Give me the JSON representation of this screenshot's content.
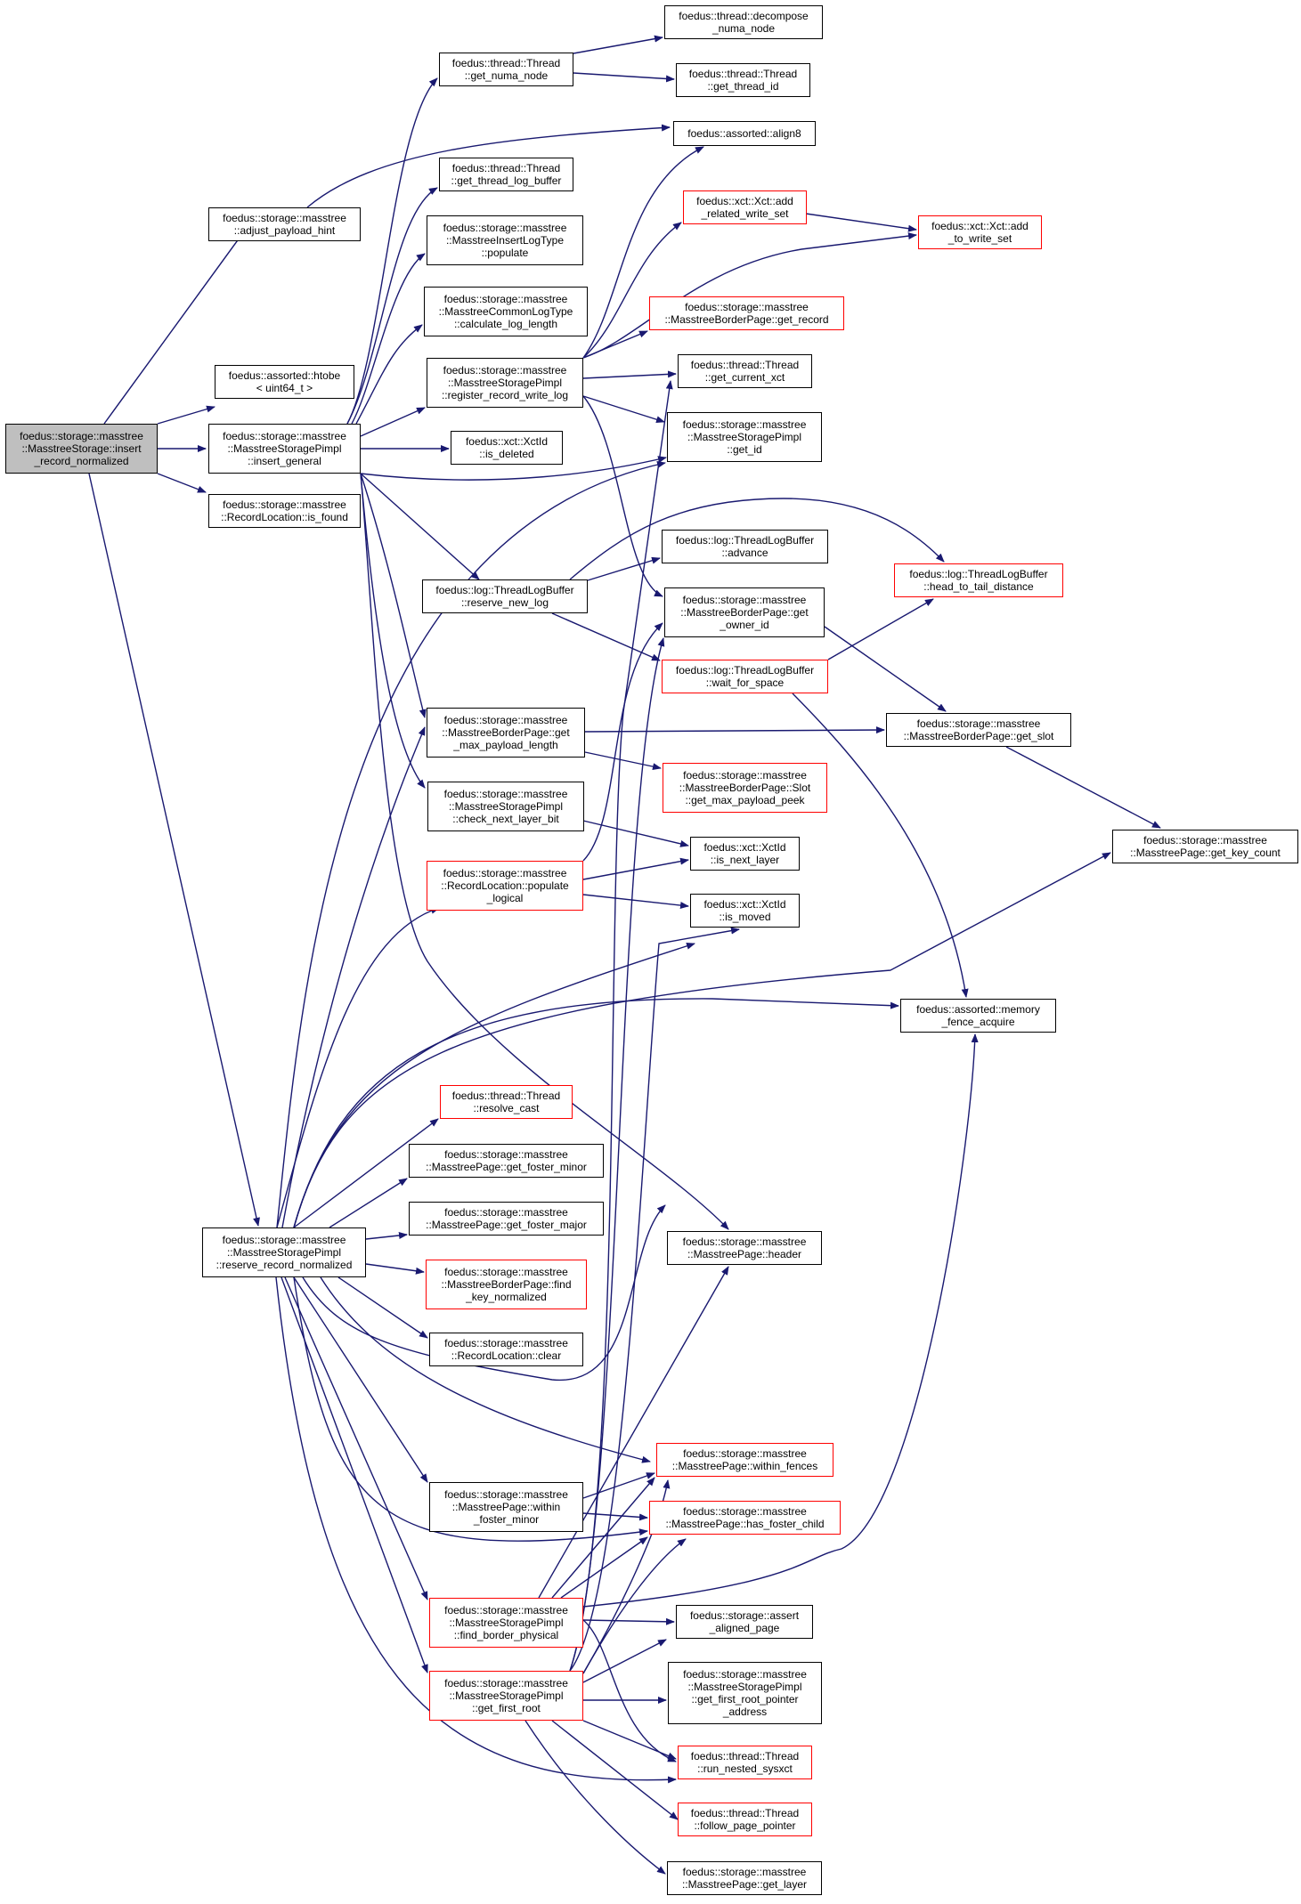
{
  "colors": {
    "edge": "#191970",
    "border": "#000000",
    "border_incomplete": "#ff0000",
    "root_fill": "#bfbfbf"
  },
  "nodes": {
    "n1": "foedus::storage::masstree\n::MasstreeStorage::insert\n_record_normalized",
    "n2": "foedus::storage::masstree\n::adjust_payload_hint",
    "n3": "foedus::assorted::htobe\n< uint64_t >",
    "n4": "foedus::storage::masstree\n::MasstreeStoragePimpl\n::insert_general",
    "n5": "foedus::storage::masstree\n::RecordLocation::is_found",
    "n6": "foedus::storage::masstree\n::MasstreeStoragePimpl\n::reserve_record_normalized",
    "n7": "foedus::thread::Thread\n::get_numa_node",
    "n8": "foedus::thread::Thread\n::get_thread_log_buffer",
    "n9": "foedus::storage::masstree\n::MasstreeInsertLogType\n::populate",
    "n10": "foedus::storage::masstree\n::MasstreeCommonLogType\n::calculate_log_length",
    "n11": "foedus::storage::masstree\n::MasstreeStoragePimpl\n::register_record_write_log",
    "n12": "foedus::xct::XctId\n::is_deleted",
    "n13": "foedus::log::ThreadLogBuffer\n::reserve_new_log",
    "n14": "foedus::storage::masstree\n::MasstreeBorderPage::get\n_max_payload_length",
    "n15": "foedus::storage::masstree\n::MasstreeStoragePimpl\n::check_next_layer_bit",
    "n16": "foedus::storage::masstree\n::RecordLocation::populate\n_logical",
    "n17": "foedus::thread::Thread\n::resolve_cast",
    "n18": "foedus::storage::masstree\n::MasstreePage::get_foster_minor",
    "n19": "foedus::storage::masstree\n::MasstreePage::get_foster_major",
    "n20": "foedus::storage::masstree\n::MasstreeBorderPage::find\n_key_normalized",
    "n21": "foedus::storage::masstree\n::RecordLocation::clear",
    "n22": "foedus::storage::masstree\n::MasstreePage::within\n_foster_minor",
    "n23": "foedus::storage::masstree\n::MasstreeStoragePimpl\n::find_border_physical",
    "n24": "foedus::storage::masstree\n::MasstreeStoragePimpl\n::get_first_root",
    "n25": "foedus::thread::decompose\n_numa_node",
    "n26": "foedus::thread::Thread\n::get_thread_id",
    "n27": "foedus::assorted::align8",
    "n28": "foedus::xct::Xct::add\n_related_write_set",
    "n29": "foedus::storage::masstree\n::MasstreeBorderPage::get_record",
    "n30": "foedus::thread::Thread\n::get_current_xct",
    "n31": "foedus::storage::masstree\n::MasstreeStoragePimpl\n::get_id",
    "n32": "foedus::log::ThreadLogBuffer\n::advance",
    "n33": "foedus::storage::masstree\n::MasstreeBorderPage::get\n_owner_id",
    "n34": "foedus::log::ThreadLogBuffer\n::wait_for_space",
    "n35": "foedus::storage::masstree\n::MasstreeBorderPage::Slot\n::get_max_payload_peek",
    "n36": "foedus::xct::XctId\n::is_next_layer",
    "n37": "foedus::xct::XctId\n::is_moved",
    "n38": "foedus::storage::masstree\n::MasstreePage::header",
    "n39": "foedus::storage::masstree\n::MasstreePage::within_fences",
    "n40": "foedus::storage::masstree\n::MasstreePage::has_foster_child",
    "n41": "foedus::storage::assert\n_aligned_page",
    "n42": "foedus::storage::masstree\n::MasstreeStoragePimpl\n::get_first_root_pointer\n_address",
    "n43": "foedus::thread::Thread\n::run_nested_sysxct",
    "n44": "foedus::thread::Thread\n::follow_page_pointer",
    "n45": "foedus::storage::masstree\n::MasstreePage::get_layer",
    "n46": "foedus::xct::Xct::add\n_to_write_set",
    "n47": "foedus::log::ThreadLogBuffer\n::head_to_tail_distance",
    "n48": "foedus::storage::masstree\n::MasstreeBorderPage::get_slot",
    "n49": "foedus::storage::masstree\n::MasstreePage::get_key_count",
    "n50": "foedus::assorted::memory\n_fence_acquire"
  }
}
